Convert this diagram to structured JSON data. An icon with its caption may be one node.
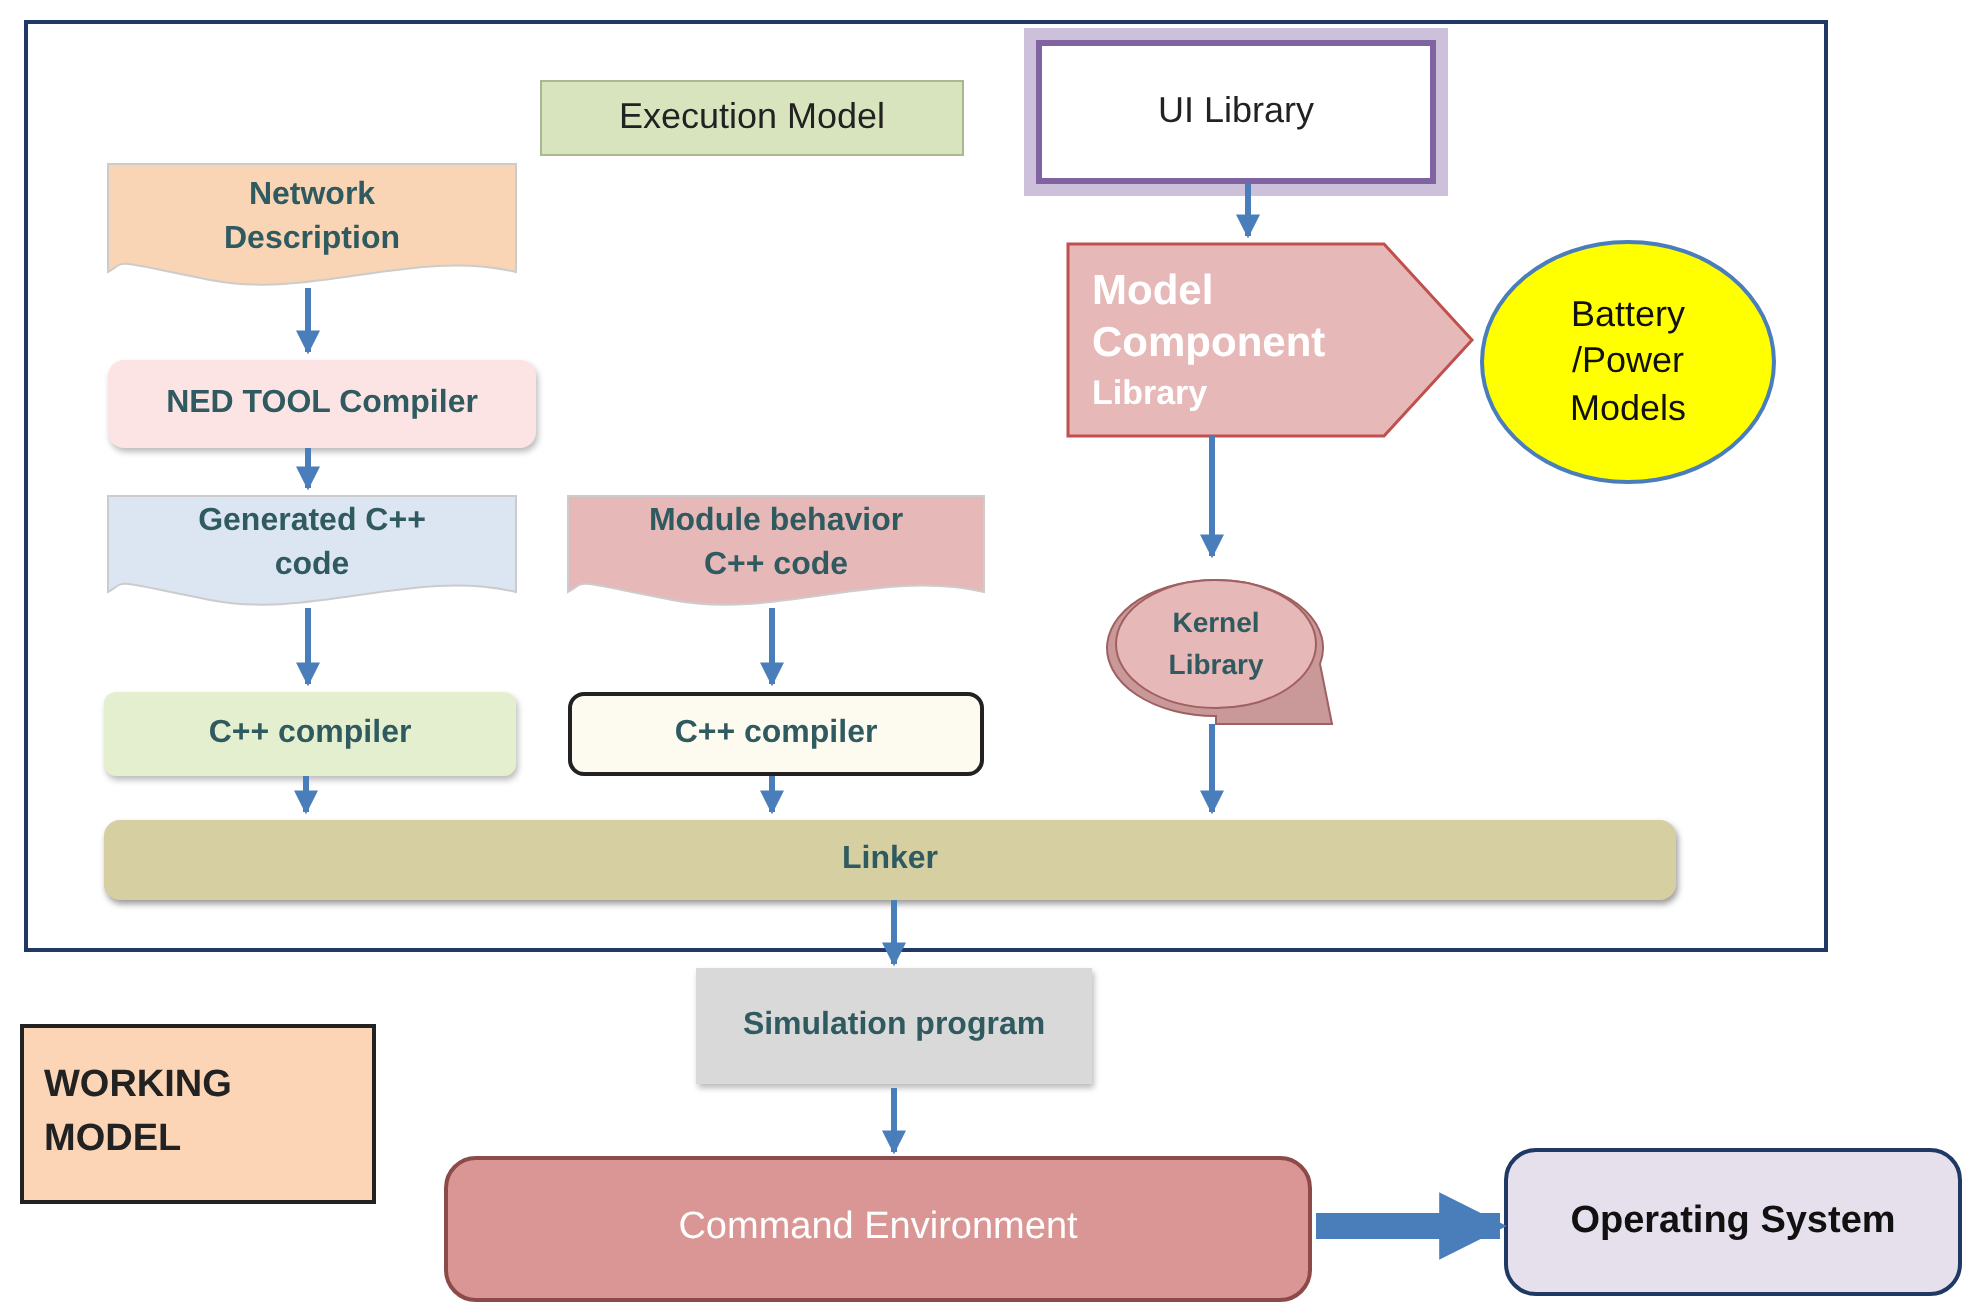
{
  "diagram": {
    "nodes": [
      {
        "text": [],
        "shape": "box"
      },
      {
        "text": [
          "Execution Model"
        ],
        "in": 0
      },
      {
        "text": [
          "UI Library"
        ],
        "in": 0
      },
      {
        "text": [
          "Network Description"
        ],
        "in": 0
      },
      {
        "text": [
          "Model Component",
          "Library"
        ],
        "in": 0
      },
      {
        "text": [
          "Battery /Power Models"
        ],
        "in": 0
      },
      {
        "text": [
          "NED TOOL Compiler"
        ],
        "in": 0
      },
      {
        "text": [
          "Generated C++ code"
        ],
        "in": 0
      },
      {
        "text": [
          "Module behavior C++ code"
        ],
        "in": 0
      },
      {
        "text": [
          "Kernel Library"
        ],
        "in": 0
      },
      {
        "text": [
          "C++ compiler"
        ],
        "in": 0
      },
      {
        "text": [
          "C++ compiler"
        ],
        "in": 0
      },
      {
        "text": [
          "Linker"
        ],
        "in": 0
      },
      {
        "text": [
          "Simulation program"
        ]
      },
      {
        "text": [
          "WORKING MODEL"
        ]
      },
      {
        "text": [
          "Command Environment"
        ]
      },
      {
        "text": [
          "Operating System"
        ]
      }
    ],
    "edges": [
      {
        "from": 2,
        "to": 4,
        "arrow": "to"
      },
      {
        "from": 3,
        "to": 6,
        "arrow": "to"
      },
      {
        "from": 6,
        "to": 7,
        "arrow": "to"
      },
      {
        "from": 7,
        "to": 10,
        "arrow": "to"
      },
      {
        "from": 8,
        "to": 11,
        "arrow": "to"
      },
      {
        "from": 4,
        "to": 9,
        "arrow": "to"
      },
      {
        "from": 10,
        "to": 12,
        "arrow": "to"
      },
      {
        "from": 11,
        "to": 12,
        "arrow": "to"
      },
      {
        "from": 9,
        "to": 12,
        "arrow": "to"
      },
      {
        "from": 12,
        "to": 13,
        "arrow": "to"
      },
      {
        "from": 13,
        "to": 15,
        "arrow": "to"
      },
      {
        "from": 15,
        "to": 16,
        "arrow": "to",
        "style": "thick"
      }
    ]
  }
}
